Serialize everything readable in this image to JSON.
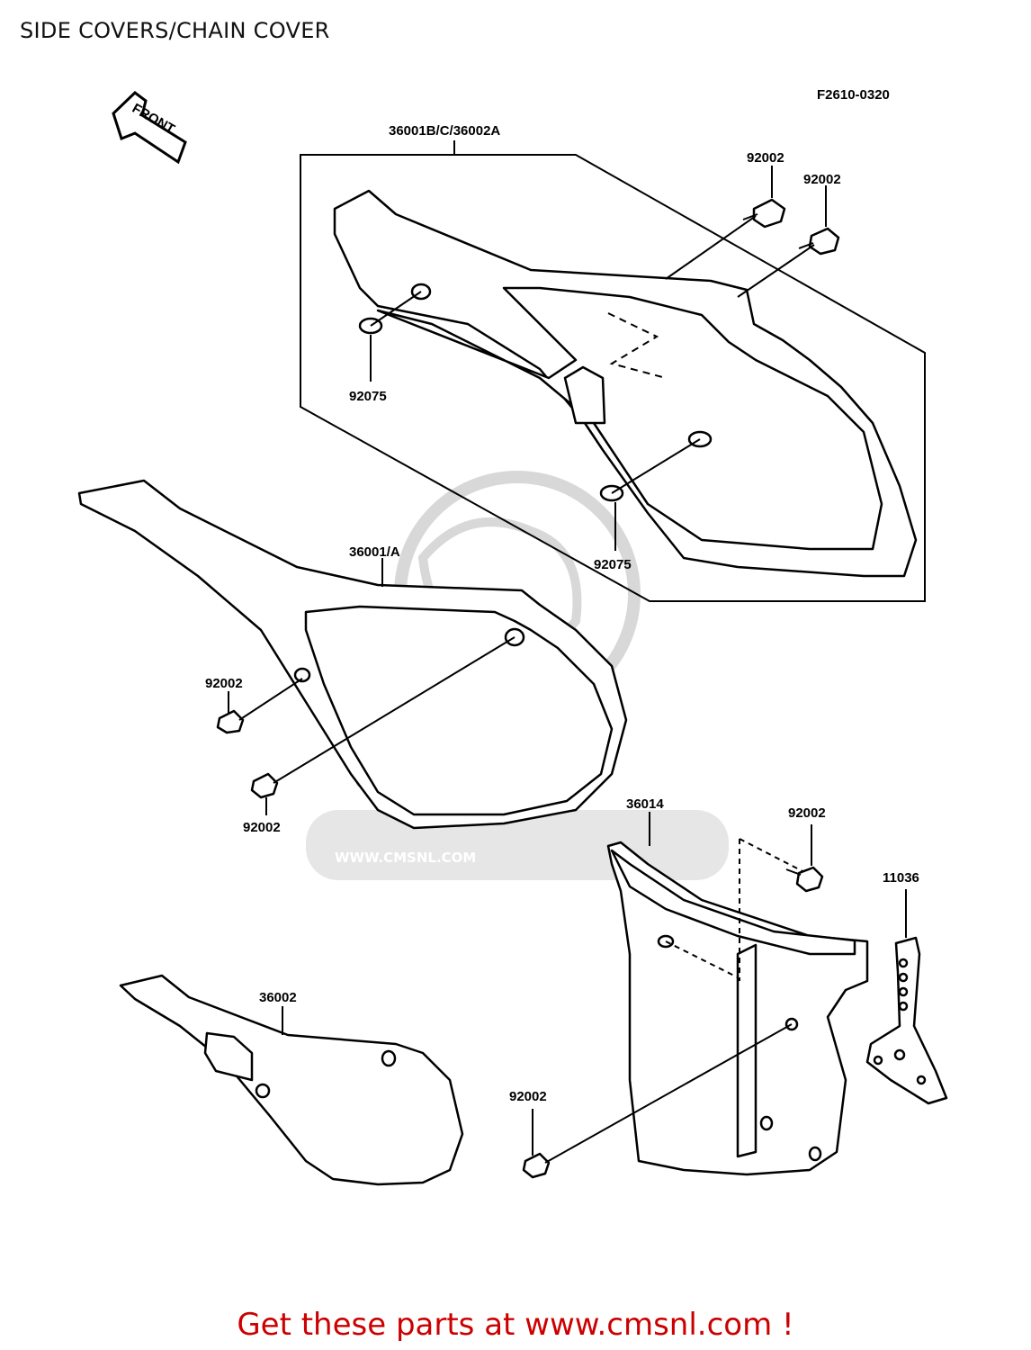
{
  "header": {
    "title": "SIDE COVERS/CHAIN COVER"
  },
  "diagram": {
    "figure_code": "F2610-0320",
    "front_label": "FRONT",
    "parts": {
      "group_label": "36001B/C/36002A",
      "bolt_a": "92002",
      "bolt_b": "92002",
      "grommet_a": "92075",
      "grommet_b": "92075",
      "cover_left": "36001/A",
      "bolt_c": "92002",
      "bolt_d": "92002",
      "chain_cover": "36014",
      "bolt_e": "92002",
      "bracket": "11036",
      "cover_small": "36002",
      "bolt_f": "92002"
    },
    "watermark": {
      "brand": "CMS",
      "url": "WWW.CMSNL.COM"
    }
  },
  "footer": {
    "text": "Get these parts at www.cmsnl.com !"
  },
  "colors": {
    "footer_text": "#cc0000",
    "watermark": "#d4d4d4",
    "line": "#000000"
  }
}
